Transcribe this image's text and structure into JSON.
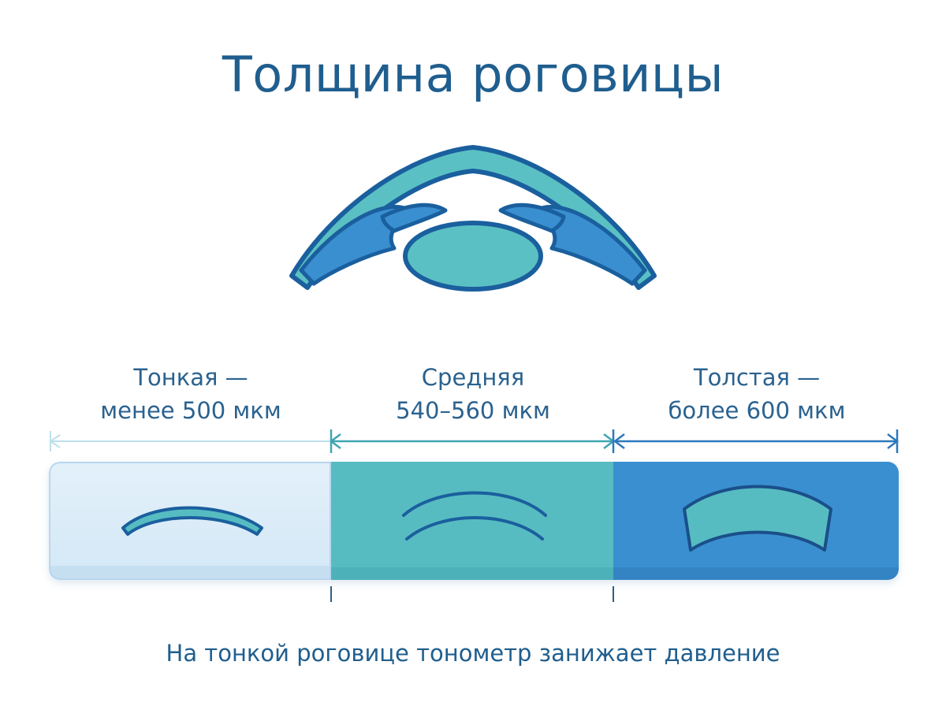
{
  "title": "Толщина роговицы",
  "categories": [
    {
      "line1": "Тонкая —",
      "line2": "менее 500 мкм"
    },
    {
      "line1": "Средняя",
      "line2": "540–560 мкм"
    },
    {
      "line1": "Толстая —",
      "line2": "более 600 мкм"
    }
  ],
  "caption": "На тонкой роговице тонометр занижает давление",
  "colors": {
    "dark_blue": "#1f5e8e",
    "teal": "#57bcc1",
    "blue": "#3a8fd0",
    "light_blue": "#d9ebf8"
  },
  "icons": [
    "eye-cross-section-icon",
    "thin-cornea-icon",
    "medium-cornea-icon",
    "thick-cornea-icon"
  ]
}
